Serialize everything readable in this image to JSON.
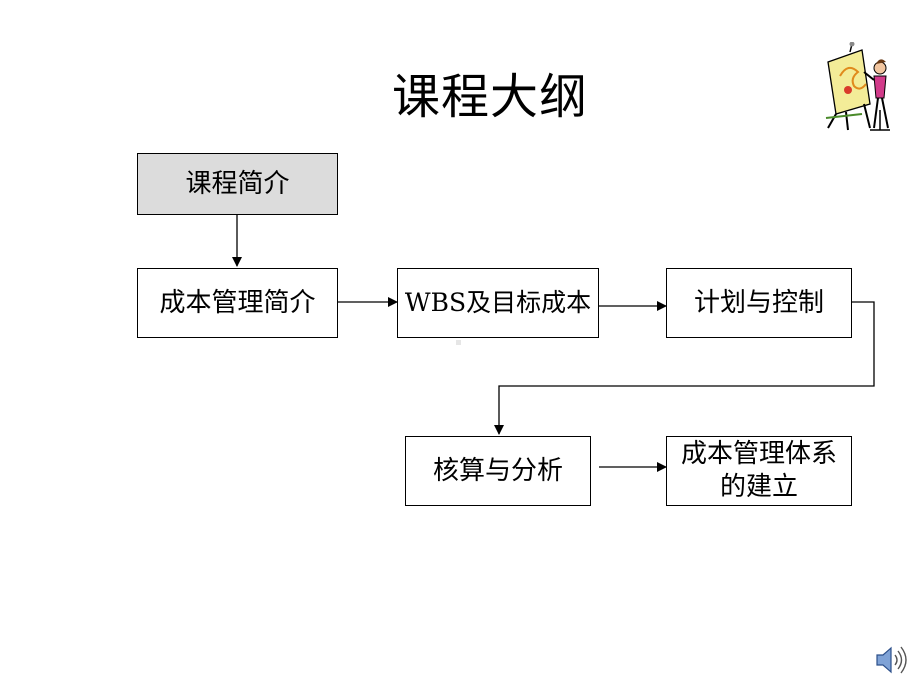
{
  "title": "课程大纲",
  "boxes": {
    "course_intro": "课程简介",
    "cost_mgmt_intro": "成本管理简介",
    "wbs_target_cost": "WBS及目标成本",
    "plan_control": "计划与控制",
    "accounting_analysis": "核算与分析",
    "cost_system_build": "成本管理体系的建立"
  },
  "icons": {
    "artist": "artist-easel-icon",
    "speaker": "speaker-icon"
  }
}
